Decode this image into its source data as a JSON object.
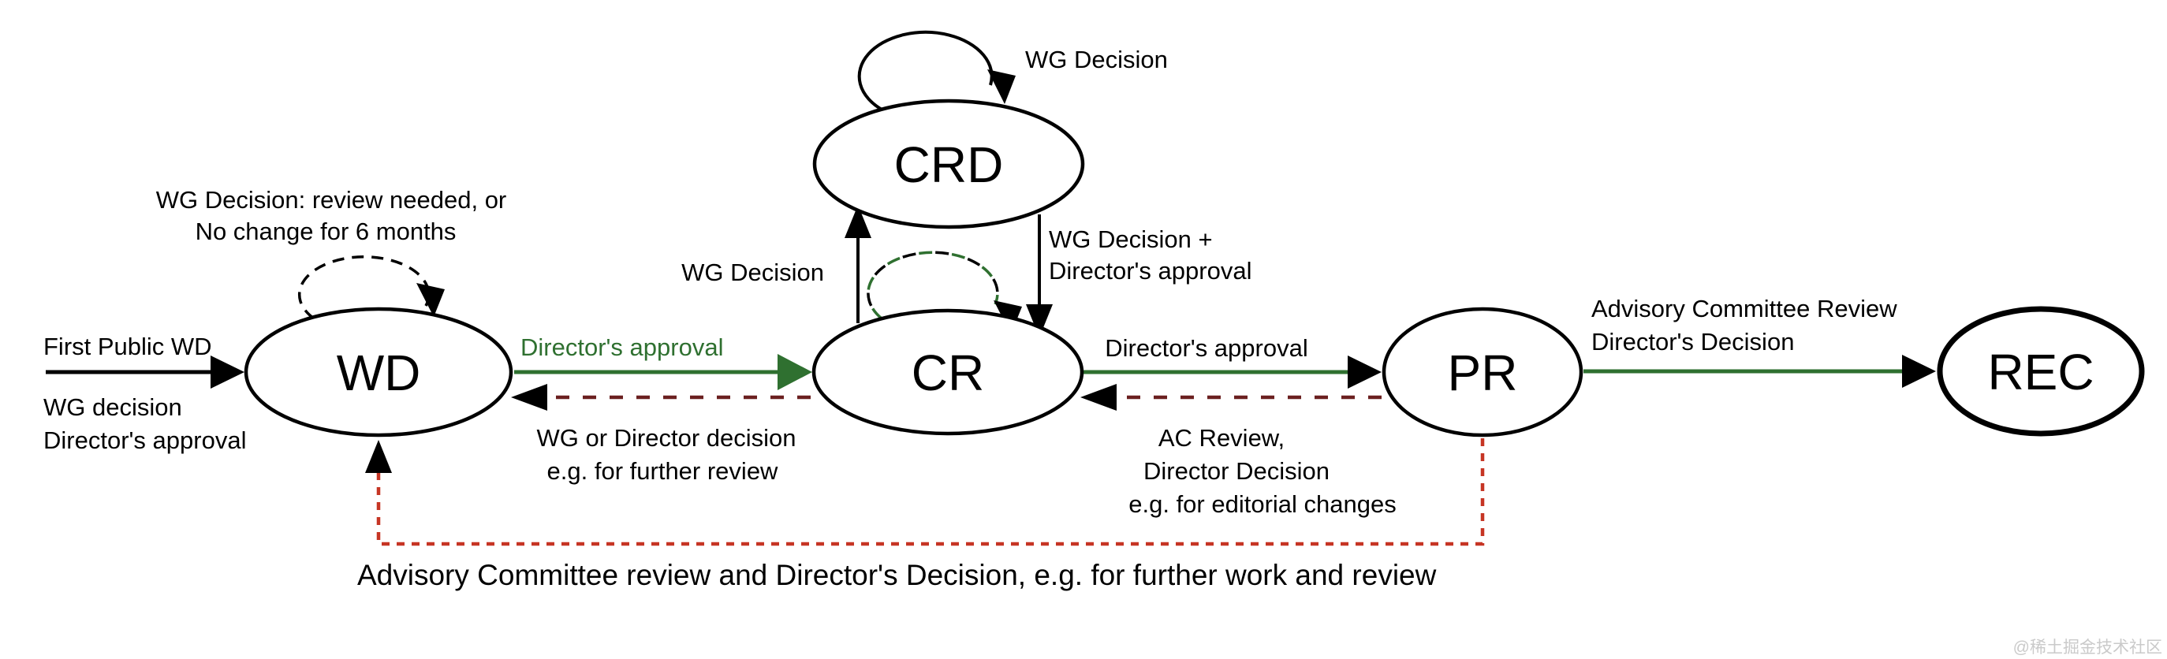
{
  "nodes": {
    "wd": {
      "label": "WD"
    },
    "crd": {
      "label": "CRD"
    },
    "cr": {
      "label": "CR"
    },
    "pr": {
      "label": "PR"
    },
    "rec": {
      "label": "REC"
    }
  },
  "edges": {
    "first_public": {
      "label": "First Public WD",
      "sublabel1": "WG decision",
      "sublabel2": "Director's approval"
    },
    "wd_self_loop": {
      "line1": "WG Decision: review needed, or",
      "line2": "No change for 6 months"
    },
    "wd_to_cr": {
      "label": "Director's approval"
    },
    "cr_to_wd": {
      "line1": "WG or Director decision",
      "line2": "e.g. for further review"
    },
    "cr_to_crd": {
      "label": "WG Decision"
    },
    "crd_self_loop": {
      "label": "WG Decision"
    },
    "crd_to_cr": {
      "line1": "WG Decision +",
      "line2": "Director's approval"
    },
    "cr_to_pr": {
      "label": "Director's approval"
    },
    "pr_to_cr": {
      "line1": "AC Review,",
      "line2": "Director Decision",
      "line3": "e.g. for editorial changes"
    },
    "pr_to_rec": {
      "line1": "Advisory Committee Review",
      "line2": "Director's Decision"
    },
    "pr_to_wd": {
      "label": "Advisory Committee review and Director's Decision, e.g. for further work and review"
    }
  },
  "colors": {
    "black": "#000000",
    "green": "#2f7030",
    "maroon": "#6b2020",
    "red": "#c63524",
    "node_fill": "#ffffff",
    "watermark_gray": "#cacaca"
  },
  "watermark": "@稀土掘金技术社区"
}
